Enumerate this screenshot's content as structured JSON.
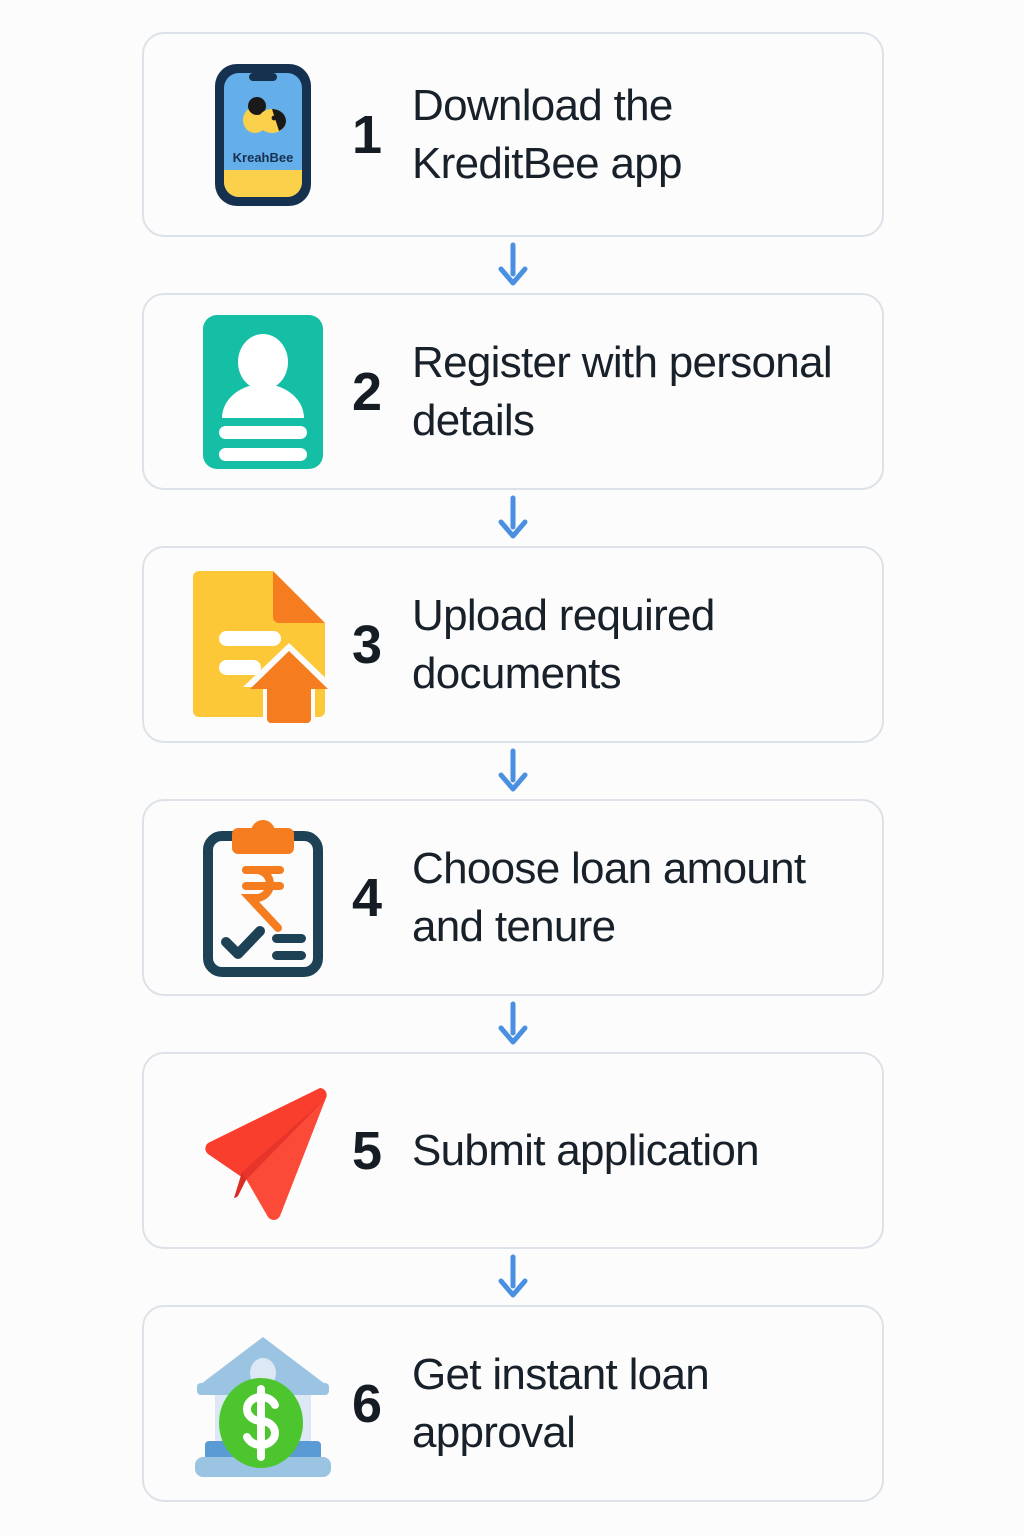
{
  "page": {
    "background_color": "#FCFCFC",
    "title": "KreditBee loan application steps"
  },
  "theme": {
    "card_border_color": "#DCE2E8",
    "card_background": "#FCFCFC",
    "text_color": "#18202A",
    "number_color": "#151C24",
    "arrow_color": "#4A90E2",
    "teal": "#14BFA6",
    "yellow": "#FDC838",
    "orange": "#F57C1F",
    "navy": "#1D4256",
    "red": "#FA3E2D",
    "red_dark": "#E8352B",
    "green": "#4CC52E",
    "blue_light": "#9BC4E2",
    "blue_mid": "#5B9BD5",
    "phone_screen_blue": "#64AEEA",
    "phone_frame": "#16314F",
    "phone_bottom_yellow": "#FBD04B"
  },
  "connector": {
    "icon": "arrow-down-icon",
    "color": "#4A90E2"
  },
  "steps": [
    {
      "number": "1",
      "label": "Download the KreditBee app",
      "icon": "smartphone-app-icon",
      "app_name": "KreahBee"
    },
    {
      "number": "2",
      "label": "Register with personal details",
      "icon": "id-card-person-icon"
    },
    {
      "number": "3",
      "label": "Upload required documents",
      "icon": "document-upload-icon"
    },
    {
      "number": "4",
      "label": "Choose loan amount and tenure",
      "icon": "clipboard-rupee-icon"
    },
    {
      "number": "5",
      "label": "Submit application",
      "icon": "paper-plane-icon"
    },
    {
      "number": "6",
      "label": "Get instant loan approval",
      "icon": "bank-dollar-icon"
    }
  ]
}
